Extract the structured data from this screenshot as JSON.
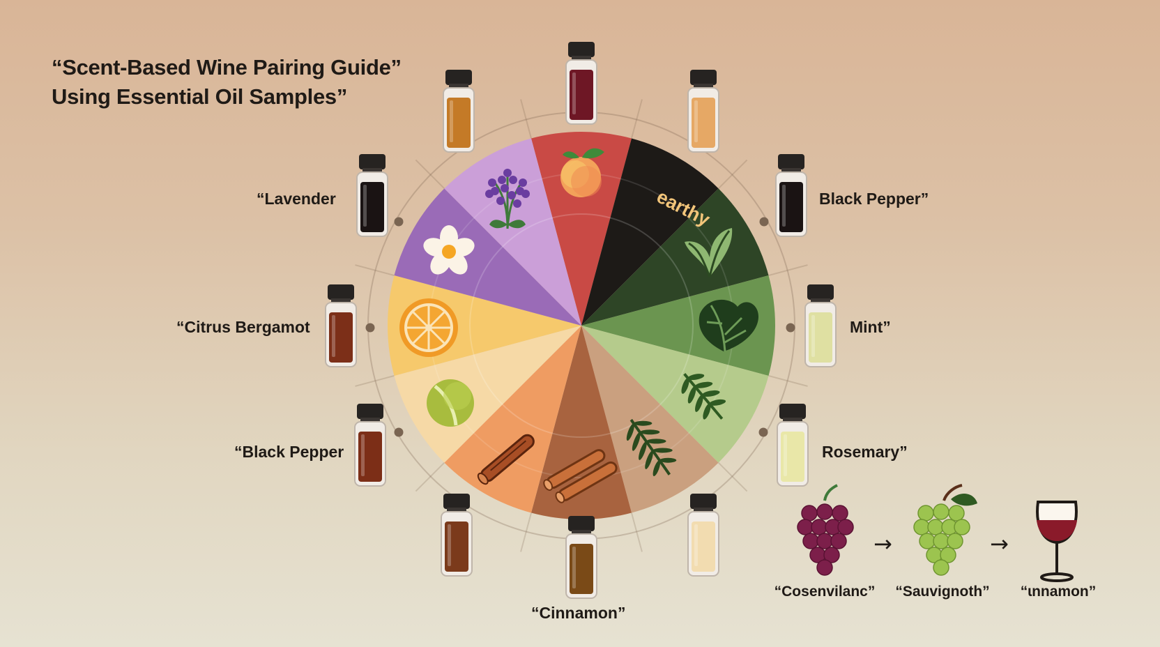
{
  "title": {
    "line1": "“Scent-Based Wine Pairing Guide”",
    "line2": "Using Essential Oil Samples”"
  },
  "wheel": {
    "segment_label": "earthy",
    "segments": [
      {
        "color": "#c94a45",
        "icon": "peach-icon"
      },
      {
        "color": "#1d1a17",
        "icon": "none"
      },
      {
        "color": "#2e4526",
        "icon": "basil-leaf-icon"
      },
      {
        "color": "#6b9550",
        "icon": "mint-leaf-icon"
      },
      {
        "color": "#b5cb8c",
        "icon": "fern-icon"
      },
      {
        "color": "#caa07f",
        "icon": "rosemary-sprig-icon"
      },
      {
        "color": "#a8633f",
        "icon": "cinnamon-sticks-icon"
      },
      {
        "color": "#ef9c62",
        "icon": "cinnamon-stick-icon"
      },
      {
        "color": "#f6d9a6",
        "icon": "lime-icon"
      },
      {
        "color": "#f6c96c",
        "icon": "orange-slice-icon"
      },
      {
        "color": "#9a6bb7",
        "icon": "flower-icon"
      },
      {
        "color": "#cb9fd8",
        "icon": "lavender-icon"
      }
    ]
  },
  "bottles": [
    {
      "color": "#6e1725"
    },
    {
      "color": "#e6a865"
    },
    {
      "color": "#1a1313"
    },
    {
      "color": "#dfe0a2"
    },
    {
      "color": "#e9e7a8"
    },
    {
      "color": "#f2dcb0"
    },
    {
      "color": "#7a4a17"
    },
    {
      "color": "#7b3a1b"
    },
    {
      "color": "#7c2e17"
    },
    {
      "color": "#7c2f18"
    },
    {
      "color": "#1a1313"
    },
    {
      "color": "#c47a27"
    }
  ],
  "labels": {
    "lavender": "“Lavender",
    "black_pepper_right": "Black Pepper”",
    "citrus_bergamot": "“Citrus Bergamot",
    "mint": "Mint”",
    "black_pepper_left": "“Black Pepper",
    "rosemary": "Rosemary”",
    "cinnamon": "“Cinnamon”"
  },
  "flow": {
    "arrow": "→",
    "steps": [
      {
        "label": "“Cosenvilanc”",
        "icon": "red-grapes-icon"
      },
      {
        "label": "“Sauvignoth”",
        "icon": "green-grapes-icon"
      },
      {
        "label": "“ɩnnamon”",
        "icon": "wine-glass-icon"
      }
    ]
  }
}
